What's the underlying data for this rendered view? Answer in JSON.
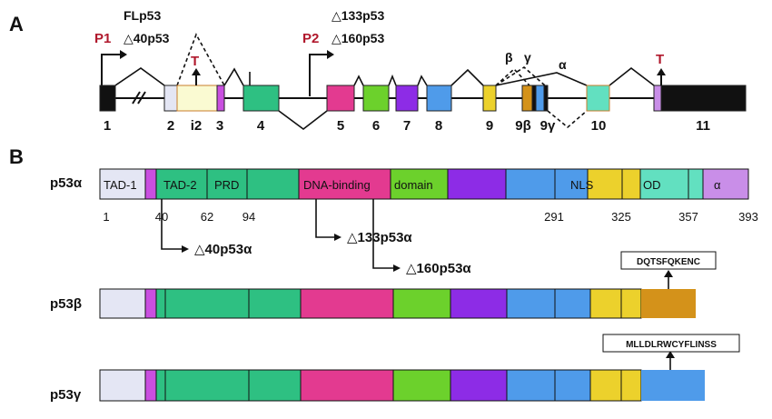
{
  "panels": {
    "a": "A",
    "b": "B"
  },
  "promoters": {
    "p1": "P1",
    "p1_isoforms": [
      "FLp53",
      "△40p53"
    ],
    "p2": "P2",
    "p2_isoforms": [
      "△133p53",
      "△160p53"
    ]
  },
  "stop_marker": "T",
  "splice_labels": [
    "β",
    "γ",
    "α"
  ],
  "exon_numbers": [
    "1",
    "2",
    "i2",
    "3",
    "4",
    "5",
    "6",
    "7",
    "8",
    "9",
    "9β",
    "9γ",
    "10",
    "11"
  ],
  "domains": {
    "tad1": "TAD-1",
    "tad2": "TAD-2",
    "prd": "PRD",
    "dbd_left": "DNA-binding",
    "dbd_right": "domain",
    "nls": "NLS",
    "od": "OD",
    "alpha": "α"
  },
  "positions": [
    "1",
    "40",
    "62",
    "94",
    "291",
    "325",
    "357",
    "393"
  ],
  "isoforms": {
    "alpha": "p53α",
    "beta": "p53β",
    "gamma": "p53γ",
    "d40": "△40p53α",
    "d133": "△133p53α",
    "d160": "△160p53α"
  },
  "sequences": {
    "beta": "DQTSFQKENC",
    "gamma": "MLLDLRWCYFLINSS"
  },
  "colors": {
    "tad1": "#e4e6f4",
    "magenta": "#c94fe0",
    "green": "#2ec082",
    "pink": "#e33a90",
    "lime": "#6cd12c",
    "purple": "#8d2ce6",
    "blue": "#4f9bea",
    "yellow": "#ecd12c",
    "teal": "#62e0c0",
    "lavender": "#c98ee8",
    "gold": "#d4921a",
    "black": "#111111",
    "red": "#b0182c"
  }
}
